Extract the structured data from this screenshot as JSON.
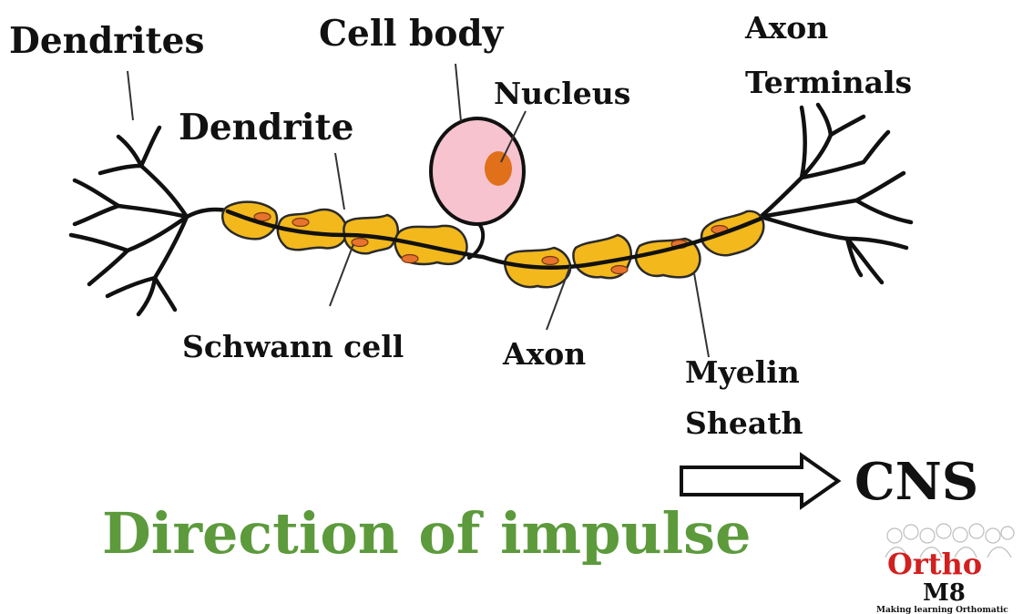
{
  "labels": {
    "dendrites": "Dendrites",
    "cell_body": "Cell body",
    "nucleus": "Nucleus",
    "dendrite": "Dendrite",
    "axon_terminals_1": "Axon",
    "axon_terminals_2": "Terminals",
    "schwann_cell": "Schwann cell",
    "axon": "Axon",
    "myelin_sheath_1": "Myelin",
    "myelin_sheath_2": "Sheath",
    "cns": "CNS",
    "direction": "Direction of impulse"
  },
  "logo": {
    "line1": "Ortho",
    "line2": "M8",
    "tagline": "Making learning Orthomatic"
  },
  "colors": {
    "cell_body": "#f7c3cf",
    "nucleus": "#e0701a",
    "schwann": "#f2b81c",
    "schwann_nucleus": "#e8732c",
    "direction_text": "#5c9a3c",
    "logo_red": "#d21f1f"
  }
}
